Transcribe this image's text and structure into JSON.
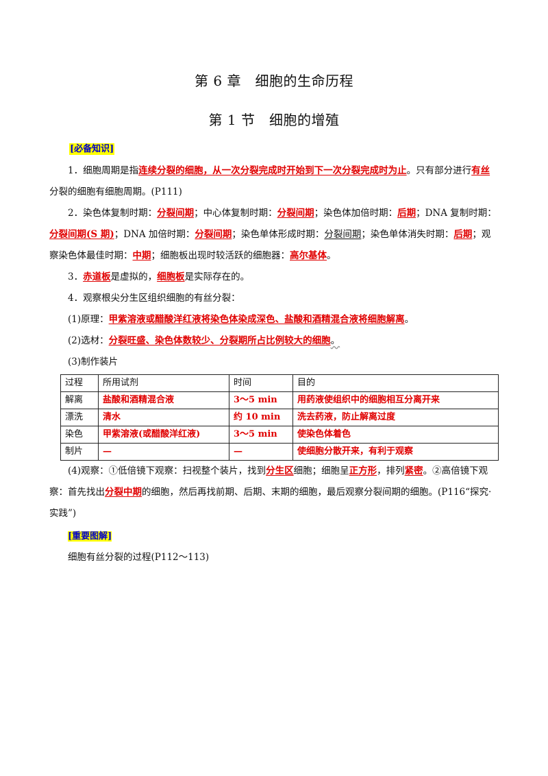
{
  "chapter_title": "第 6 章　细胞的生命历程",
  "section_title": "第 1 节　细胞的增殖",
  "labels": {
    "knowledge": "[必备知识]",
    "diagram": "[重要图解]"
  },
  "p1": {
    "a": "1．细胞周期是指",
    "b": "连续分裂的细胞，从一次分裂完成时开始到下一次分裂完成时为止",
    "c": "。只有部分进行",
    "d": "有丝",
    "e": "分裂的细胞有细胞周期。(P111)"
  },
  "p2": {
    "a": "2．染色体复制时期：",
    "b": "分裂间期",
    "c": "；中心体复制时期：",
    "d": "分裂间期",
    "e": "；染色体加倍时期：",
    "f": "后期",
    "g": "；DNA 复制时期：",
    "h": "分裂间期(S 期)",
    "i": "；DNA 加倍时期：",
    "j": "分裂间期",
    "k": "；染色单体形成时期：",
    "l": "分裂间期",
    "m": "；染色单体消失时期：",
    "n": "后期",
    "o": "；观察染色体最佳时期：",
    "p": "中期",
    "q": "；细胞板出现时较活跃的细胞器：",
    "r": "高尔基体",
    "s": "。"
  },
  "p3": {
    "a": "3．",
    "b": "赤道板",
    "c": "是虚拟的，",
    "d": "细胞板",
    "e": "是实际存在的。"
  },
  "p4": "4．观察根尖分生区组织细胞的有丝分裂：",
  "p5": {
    "a": "(1)原理：",
    "b": "甲紫溶液或醋酸洋红液将染色体染成深色、盐酸和酒精混合液将细胞解离",
    "c": "。"
  },
  "p6": {
    "a": "(2)选材：",
    "b": "分裂旺盛、染色体数较少、分裂期所占比例较大的细胞",
    "c": "。"
  },
  "p7": "(3)制作装片",
  "table": {
    "headers": [
      "过程",
      "所用试剂",
      "时间",
      "目的"
    ],
    "rows": [
      [
        "解离",
        "盐酸和酒精混合液",
        "3～5 min",
        "用药液使组织中的细胞相互分离开来"
      ],
      [
        "漂洗",
        "清水",
        "约 10 min",
        "洗去药液，防止解离过度"
      ],
      [
        "染色",
        "甲紫溶液(或醋酸洋红液)",
        "3～5 min",
        "使染色体着色"
      ],
      [
        "制片",
        "—",
        "—",
        "使细胞分散开来，有利于观察"
      ]
    ]
  },
  "p8": {
    "a": "(4)观察：①低倍镜下观察：扫视整个装片，找到",
    "b": "分生区",
    "c": "细胞；细胞呈",
    "d": "正方形",
    "e": "，排列",
    "f": "紧密",
    "g": "。②高倍镜下观察：首先找出",
    "h": "分裂中期",
    "i": "的细胞，然后再找前期、后期、末期的细胞，最后观察分裂间期的细胞。(P116“探究·实践”)"
  },
  "p9": "细胞有丝分裂的过程(P112～113)"
}
